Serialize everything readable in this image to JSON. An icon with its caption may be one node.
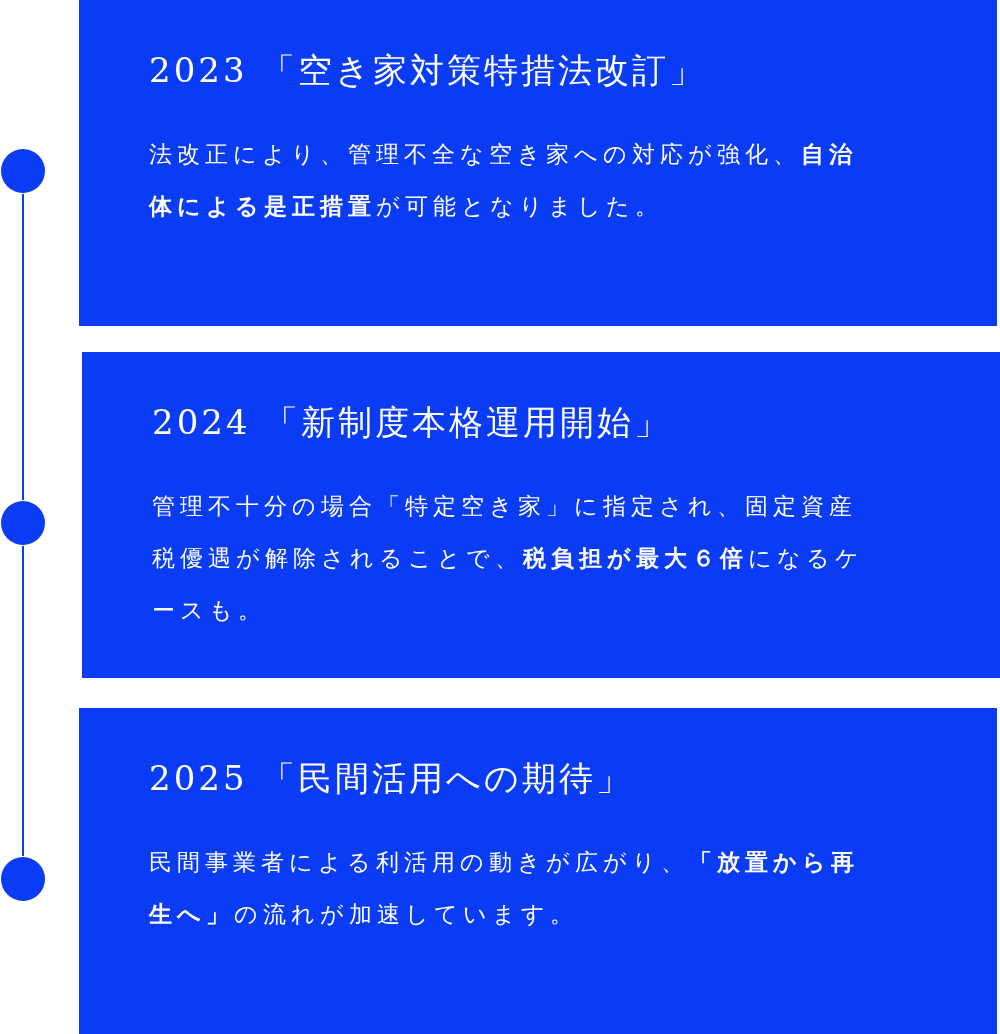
{
  "diagram": {
    "nodes": [
      {
        "text": [
          "2023 「空き家対策特措法改訂」",
          "法改正により、管理不全な空き家への対応が強化、**自治体による是正措置**が可能となりました。"
        ]
      },
      {
        "text": [
          "2024 「新制度本格運用開始」",
          "管理不十分の場合「特定空き家」に指定され、固定資産税優遇が解除されることで、**税負担が最大６倍**になるケースも。"
        ]
      },
      {
        "text": [
          "2025 「民間活用への期待」",
          "民間事業者による利活用の動きが広がり、**「放置から再生へ」**の流れが加速しています。"
        ]
      },
      {
        "text": [],
        "shape": "circle"
      },
      {
        "text": [],
        "shape": "circle"
      },
      {
        "text": [],
        "shape": "circle"
      }
    ],
    "edges": [
      {
        "from": 3,
        "to": 4,
        "arrow": "none"
      },
      {
        "from": 4,
        "to": 5,
        "arrow": "none"
      }
    ]
  }
}
